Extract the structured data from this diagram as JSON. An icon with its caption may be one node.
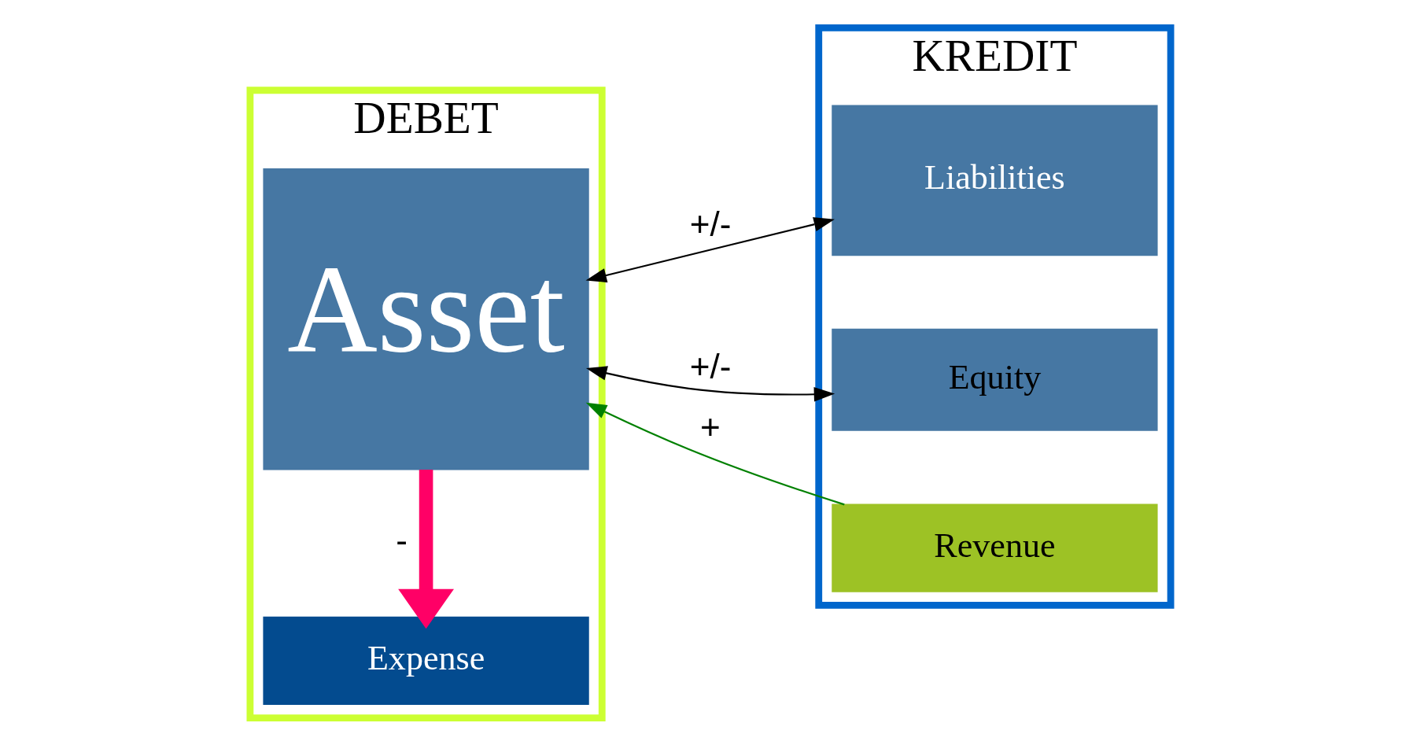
{
  "diagram": {
    "nodes": [
      {
        "text": [
          "DEBET"
        ]
      },
      {
        "text": [
          "KREDIT"
        ]
      },
      {
        "text": [
          "Asset"
        ],
        "in": 0
      },
      {
        "text": [
          "Expense"
        ],
        "in": 0
      },
      {
        "text": [
          "Liabilities"
        ],
        "in": 1
      },
      {
        "text": [
          "Equity"
        ],
        "in": 1
      },
      {
        "text": [
          "Revenue"
        ],
        "in": 1
      }
    ],
    "edges": [
      {
        "from": 2,
        "to": 4,
        "arrow": "both",
        "label": "+/-"
      },
      {
        "from": 2,
        "to": 5,
        "arrow": "both",
        "label": "+/-"
      },
      {
        "from": 6,
        "to": 2,
        "arrow": "to",
        "label": "+",
        "color": "#008000"
      },
      {
        "from": 2,
        "to": 3,
        "arrow": "to",
        "label": "-",
        "style": "thick",
        "color": "#ff0066"
      }
    ]
  }
}
